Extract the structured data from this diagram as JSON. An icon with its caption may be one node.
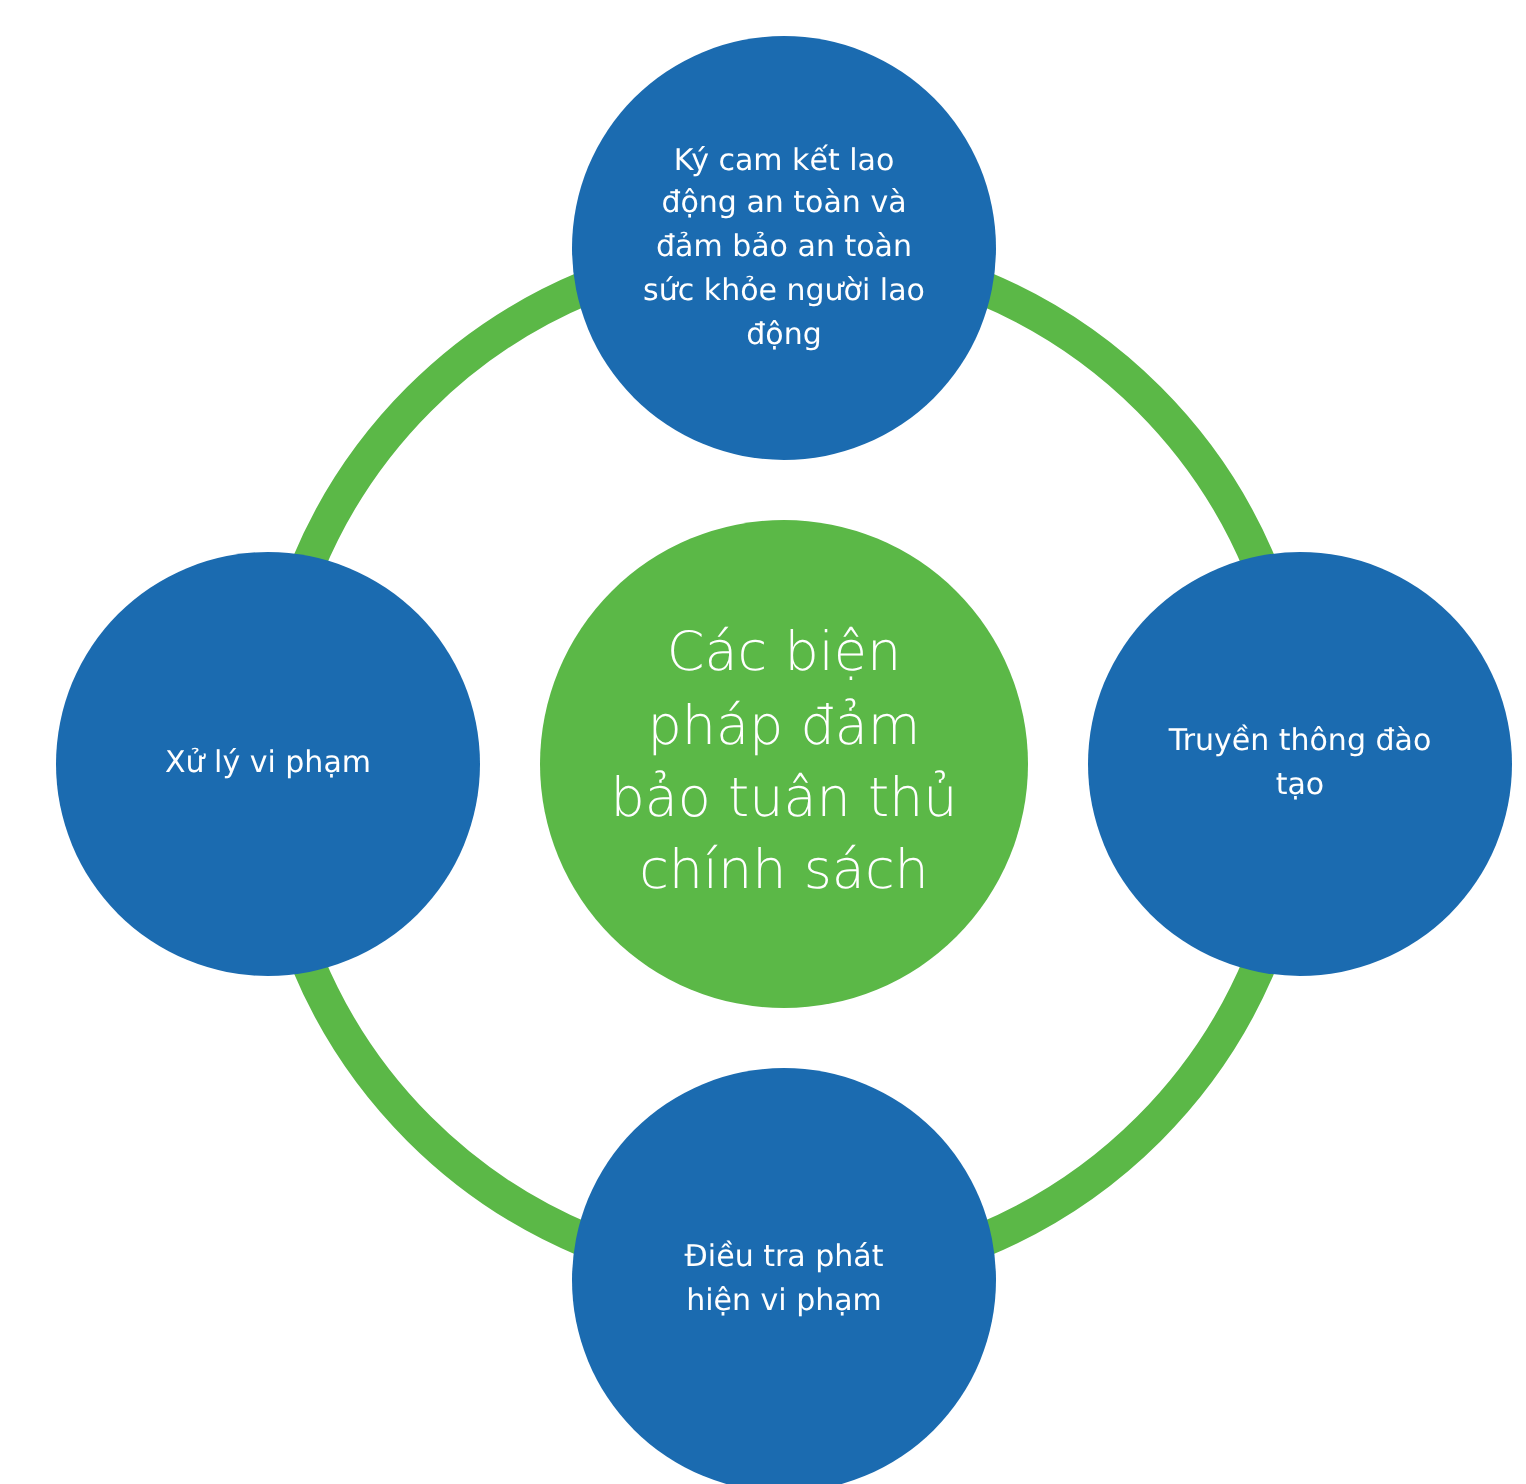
{
  "diagram": {
    "nodes": [
      {
        "text": [
          "Ký cam kết lao động an toàn và đảm bảo an toàn sức khỏe người lao động"
        ]
      },
      {
        "text": [
          "Xử lý vi phạm"
        ]
      },
      {
        "text": [
          "Các biện pháp đảm bảo tuân thủ chính sách"
        ]
      },
      {
        "text": [
          "Truyền thông đào tạo"
        ]
      },
      {
        "text": [
          "Điều tra phát hiện vi phạm"
        ]
      }
    ],
    "edges": [
      {
        "from": 0,
        "to": 3,
        "arrow": "none"
      },
      {
        "from": 3,
        "to": 4,
        "arrow": "none"
      },
      {
        "from": 4,
        "to": 1,
        "arrow": "none"
      },
      {
        "from": 1,
        "to": 0,
        "arrow": "none"
      }
    ]
  }
}
